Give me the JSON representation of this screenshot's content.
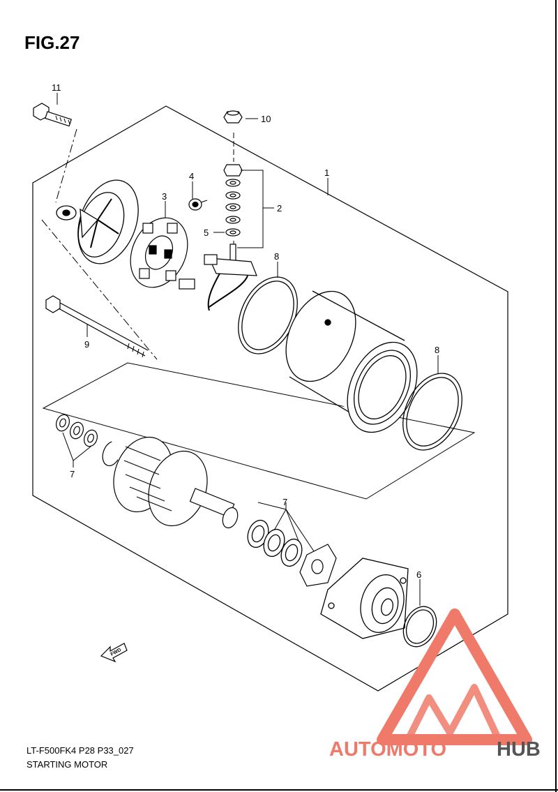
{
  "figure": {
    "title": "FIG.27",
    "code": "LT-F500FK4 P28 P33_027",
    "name": "STARTING MOTOR"
  },
  "callouts": [
    {
      "id": "1",
      "label": "1"
    },
    {
      "id": "2",
      "label": "2"
    },
    {
      "id": "3",
      "label": "3"
    },
    {
      "id": "4",
      "label": "4"
    },
    {
      "id": "5",
      "label": "5"
    },
    {
      "id": "6",
      "label": "6"
    },
    {
      "id": "7a",
      "label": "7"
    },
    {
      "id": "7b",
      "label": "7"
    },
    {
      "id": "8a",
      "label": "8"
    },
    {
      "id": "8b",
      "label": "8"
    },
    {
      "id": "9",
      "label": "9"
    },
    {
      "id": "10",
      "label": "10"
    },
    {
      "id": "11",
      "label": "11"
    }
  ],
  "direction_marker": "FWD",
  "watermark": {
    "part1": "AUTOMOTO",
    "part2": "HUB",
    "color_main": "#f07a6a",
    "color_accent": "#f5b37a",
    "color_dark": "#555555"
  }
}
